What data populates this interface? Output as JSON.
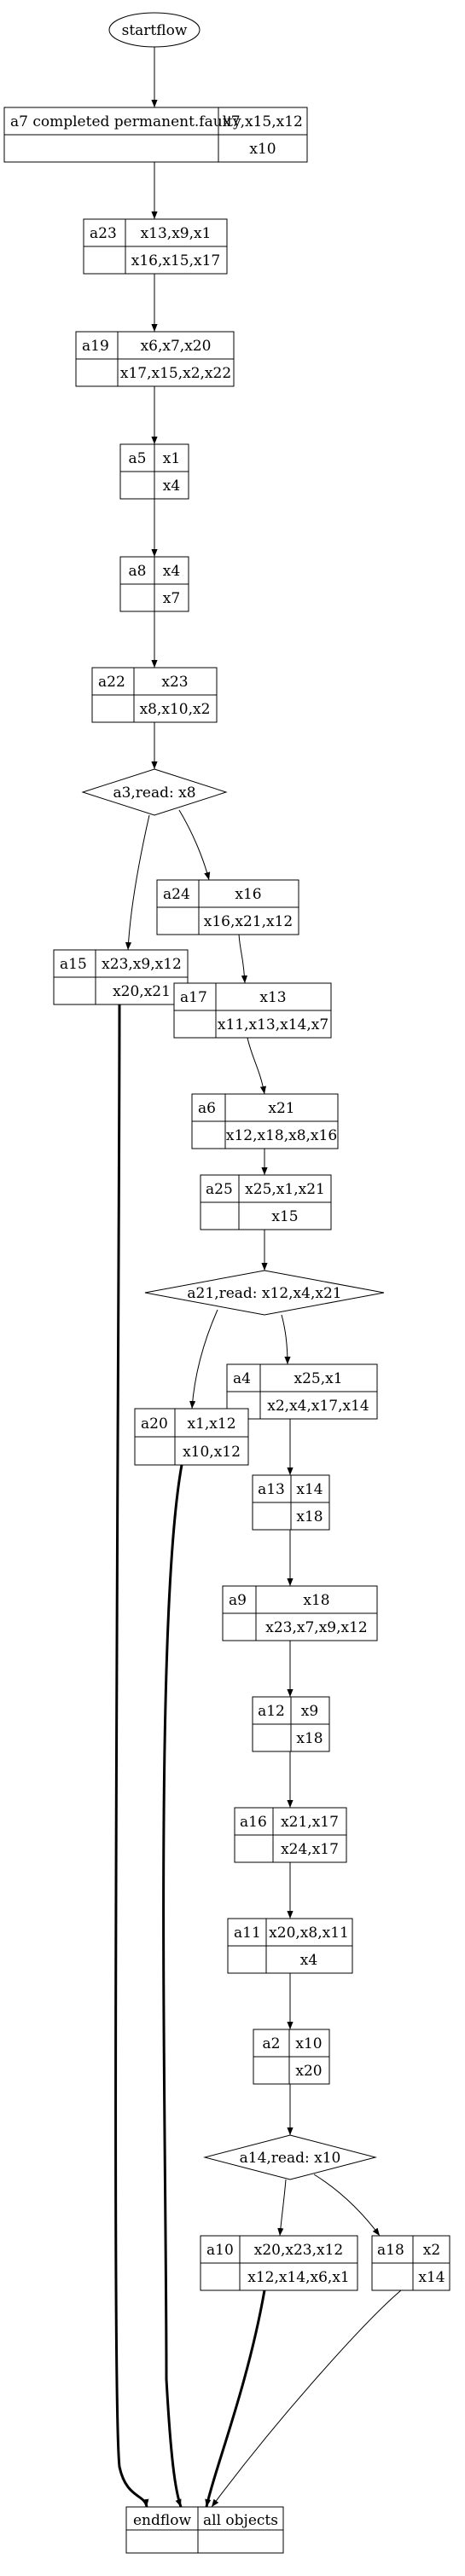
{
  "diagram": {
    "start": "startflow",
    "nodes": [
      {
        "id": "a7",
        "label": "a7 completed permanent.faulty",
        "top": "x7,x15,x12",
        "bottom": "x10"
      },
      {
        "id": "a23",
        "label": "a23",
        "top": "x13,x9,x1",
        "bottom": "x16,x15,x17"
      },
      {
        "id": "a19",
        "label": "a19",
        "top": "x6,x7,x20",
        "bottom": "x17,x15,x2,x22"
      },
      {
        "id": "a5",
        "label": "a5",
        "top": "x1",
        "bottom": "x4"
      },
      {
        "id": "a8",
        "label": "a8",
        "top": "x4",
        "bottom": "x7"
      },
      {
        "id": "a22",
        "label": "a22",
        "top": "x23",
        "bottom": "x8,x10,x2"
      },
      {
        "id": "a24",
        "label": "a24",
        "top": "x16",
        "bottom": "x16,x21,x12"
      },
      {
        "id": "a15",
        "label": "a15",
        "top": "x23,x9,x12",
        "bottom": "x20,x21"
      },
      {
        "id": "a17",
        "label": "a17",
        "top": "x13",
        "bottom": "x11,x13,x14,x7"
      },
      {
        "id": "a6",
        "label": "a6",
        "top": "x21",
        "bottom": "x12,x18,x8,x16"
      },
      {
        "id": "a25",
        "label": "a25",
        "top": "x25,x1,x21",
        "bottom": "x15"
      },
      {
        "id": "a4",
        "label": "a4",
        "top": "x25,x1",
        "bottom": "x2,x4,x17,x14"
      },
      {
        "id": "a20",
        "label": "a20",
        "top": "x1,x12",
        "bottom": "x10,x12"
      },
      {
        "id": "a13",
        "label": "a13",
        "top": "x14",
        "bottom": "x18"
      },
      {
        "id": "a9",
        "label": "a9",
        "top": "x18",
        "bottom": "x23,x7,x9,x12"
      },
      {
        "id": "a12",
        "label": "a12",
        "top": "x9",
        "bottom": "x18"
      },
      {
        "id": "a16",
        "label": "a16",
        "top": "x21,x17",
        "bottom": "x24,x17"
      },
      {
        "id": "a11",
        "label": "a11",
        "top": "x20,x8,x11",
        "bottom": "x4"
      },
      {
        "id": "a2",
        "label": "a2",
        "top": "x10",
        "bottom": "x20"
      },
      {
        "id": "a10",
        "label": "a10",
        "top": "x20,x23,x12",
        "bottom": "x12,x14,x6,x1"
      },
      {
        "id": "a18",
        "label": "a18",
        "top": "x2",
        "bottom": "x14"
      }
    ],
    "decisions": [
      {
        "id": "d1",
        "label": "a3,read: x8"
      },
      {
        "id": "d2",
        "label": "a21,read: x12,x4,x21"
      },
      {
        "id": "d3",
        "label": "a14,read: x10"
      }
    ],
    "end": {
      "left": "endflow",
      "right": "all objects"
    }
  }
}
